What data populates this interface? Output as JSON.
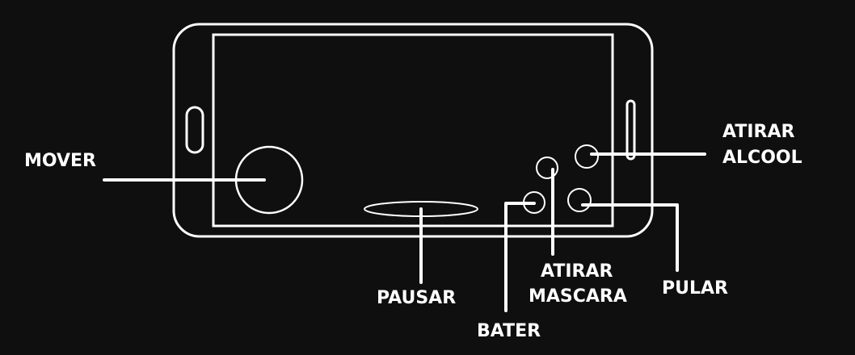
{
  "labels": {
    "mover": "MOVER",
    "pausar": "PAUSAR",
    "bater": "BATER",
    "atirar_mascara": [
      "ATIRAR",
      "MASCARA"
    ],
    "pular": "PULAR",
    "atirar_alcool": [
      "ATIRAR",
      "ALCOOL"
    ]
  },
  "colors": {
    "background": "#0f0f0f",
    "foreground": "#ffffff"
  }
}
